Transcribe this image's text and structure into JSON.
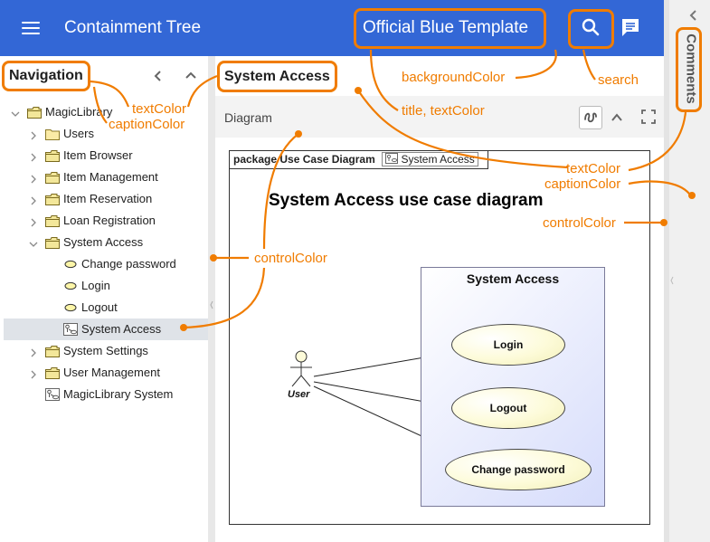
{
  "header": {
    "app_title": "Containment Tree",
    "template_title": "Official Blue Template",
    "icons": [
      "menu-icon",
      "search-icon",
      "comments-icon"
    ]
  },
  "right_panel": {
    "label": "Comments"
  },
  "navigation": {
    "title": "Navigation",
    "tree": [
      {
        "label": "MagicLibrary",
        "icon": "package-icon",
        "expanded": true
      },
      {
        "label": "Users",
        "icon": "folder-icon"
      },
      {
        "label": "Item Browser",
        "icon": "package-icon"
      },
      {
        "label": "Item Management",
        "icon": "package-icon"
      },
      {
        "label": "Item Reservation",
        "icon": "package-icon"
      },
      {
        "label": "Loan Registration",
        "icon": "package-icon"
      },
      {
        "label": "System Access",
        "icon": "package-icon",
        "expanded": true
      },
      {
        "label": "Change password",
        "icon": "usecase-icon"
      },
      {
        "label": "Login",
        "icon": "usecase-icon"
      },
      {
        "label": "Logout",
        "icon": "usecase-icon"
      },
      {
        "label": "System Access",
        "icon": "diagram-icon",
        "selected": true
      },
      {
        "label": "System Settings",
        "icon": "package-icon"
      },
      {
        "label": "User Management",
        "icon": "package-icon"
      },
      {
        "label": "MagicLibrary System",
        "icon": "diagram-icon"
      }
    ]
  },
  "content": {
    "title": "System Access",
    "diagram_label": "Diagram",
    "diagram": {
      "package_keyword": "package",
      "package_name": "Use Case Diagram",
      "package_ref": "System Access",
      "heading": "System Access use case diagram",
      "subject": "System Access",
      "actor": "User",
      "usecases": [
        "Login",
        "Logout",
        "Change password"
      ]
    }
  },
  "annotations": {
    "labels": {
      "text_color_nav": "textColor",
      "caption_color_nav": "captionColor",
      "background_color": "backgroundColor",
      "search": "search",
      "title_text_color": "title, textColor",
      "text_color_right": "textColor",
      "caption_color_right": "captionColor",
      "control_color_right": "controlColor",
      "control_color_center": "controlColor"
    }
  },
  "colors": {
    "header": "#3367d6",
    "accent": "#f07c00",
    "selected_row": "#dfe3e8",
    "panel_bar": "#f3f3f3"
  }
}
